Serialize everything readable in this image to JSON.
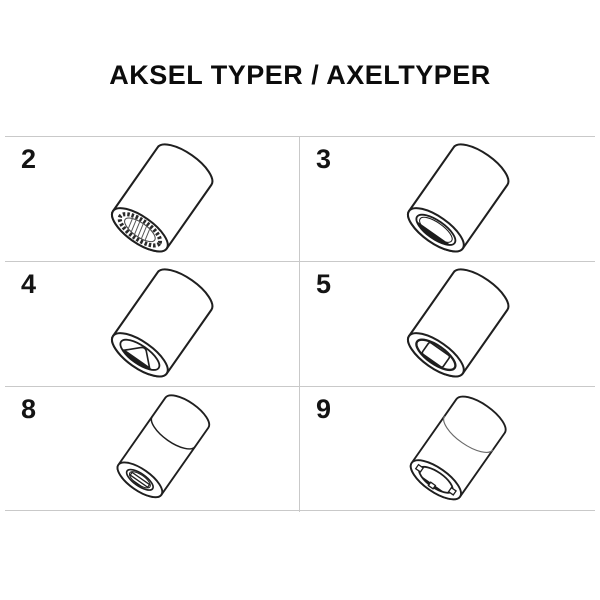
{
  "title": "AKSEL TYPER / AXELTYPER",
  "cells": [
    {
      "number": "2",
      "type": "splined-bore"
    },
    {
      "number": "3",
      "type": "d-bore"
    },
    {
      "number": "4",
      "type": "triangle-bore"
    },
    {
      "number": "5",
      "type": "square-bore"
    },
    {
      "number": "8",
      "type": "slotted-bore"
    },
    {
      "number": "9",
      "type": "notched-bore"
    }
  ],
  "colors": {
    "line": "#1f1f1f",
    "shadow_fill": "#1c1c1c",
    "grid_line": "#c9c9c9",
    "background": "#ffffff",
    "text": "#0c0c0c"
  }
}
